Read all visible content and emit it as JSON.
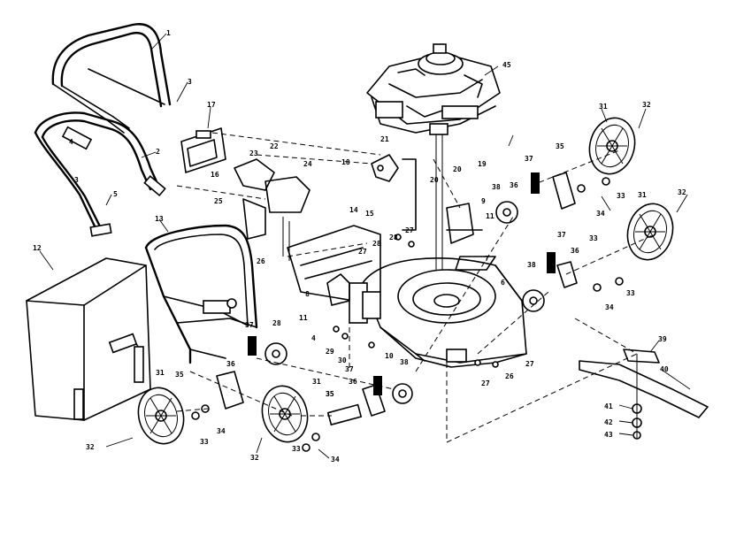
{
  "diagram": {
    "callouts": [
      {
        "id": "c1",
        "text": "1"
      },
      {
        "id": "c3",
        "text": "3"
      },
      {
        "id": "c2",
        "text": "2"
      },
      {
        "id": "c3b",
        "text": "3"
      },
      {
        "id": "c5",
        "text": "5"
      },
      {
        "id": "c4",
        "text": "4"
      },
      {
        "id": "c12",
        "text": "12"
      },
      {
        "id": "c13",
        "text": "13"
      },
      {
        "id": "c17",
        "text": "17"
      },
      {
        "id": "c22",
        "text": "22"
      },
      {
        "id": "c23",
        "text": "23"
      },
      {
        "id": "c24",
        "text": "24"
      },
      {
        "id": "c16",
        "text": "16"
      },
      {
        "id": "c25",
        "text": "25"
      },
      {
        "id": "c26",
        "text": "26"
      },
      {
        "id": "c14",
        "text": "14"
      },
      {
        "id": "c15",
        "text": "15"
      },
      {
        "id": "c21",
        "text": "21"
      },
      {
        "id": "c18",
        "text": "18"
      },
      {
        "id": "c45",
        "text": "45"
      },
      {
        "id": "c20",
        "text": "20"
      },
      {
        "id": "c19",
        "text": "19"
      },
      {
        "id": "c20b",
        "text": "20"
      },
      {
        "id": "c9",
        "text": "9"
      },
      {
        "id": "c11",
        "text": "11"
      },
      {
        "id": "c28",
        "text": "28"
      },
      {
        "id": "c27",
        "text": "27"
      },
      {
        "id": "c28b",
        "text": "28"
      },
      {
        "id": "c27b",
        "text": "27"
      },
      {
        "id": "c7",
        "text": "7"
      },
      {
        "id": "c6",
        "text": "6"
      },
      {
        "id": "c8",
        "text": "8"
      },
      {
        "id": "c11b",
        "text": "11"
      },
      {
        "id": "c4b",
        "text": "4"
      },
      {
        "id": "c29",
        "text": "29"
      },
      {
        "id": "c30",
        "text": "30"
      },
      {
        "id": "c10",
        "text": "10"
      },
      {
        "id": "c37",
        "text": "37"
      },
      {
        "id": "c36",
        "text": "36"
      },
      {
        "id": "c38",
        "text": "38"
      },
      {
        "id": "c35",
        "text": "35"
      },
      {
        "id": "c31",
        "text": "31"
      },
      {
        "id": "c32",
        "text": "32"
      },
      {
        "id": "c33",
        "text": "33"
      },
      {
        "id": "c34",
        "text": "34"
      },
      {
        "id": "c37b",
        "text": "37"
      },
      {
        "id": "c36b",
        "text": "36"
      },
      {
        "id": "c38b",
        "text": "38"
      },
      {
        "id": "c33b",
        "text": "33"
      },
      {
        "id": "c31b",
        "text": "31"
      },
      {
        "id": "c32b",
        "text": "32"
      },
      {
        "id": "c34b",
        "text": "34"
      },
      {
        "id": "c33c",
        "text": "33"
      },
      {
        "id": "c37c",
        "text": "37"
      },
      {
        "id": "c28c",
        "text": "28"
      },
      {
        "id": "c36c",
        "text": "36"
      },
      {
        "id": "c35b",
        "text": "35"
      },
      {
        "id": "c31c",
        "text": "31"
      },
      {
        "id": "c35c",
        "text": "35"
      },
      {
        "id": "c32c",
        "text": "32"
      },
      {
        "id": "c33d",
        "text": "33"
      },
      {
        "id": "c34c",
        "text": "34"
      },
      {
        "id": "c34d",
        "text": "34"
      },
      {
        "id": "c33e",
        "text": "33"
      },
      {
        "id": "c32d",
        "text": "32"
      },
      {
        "id": "c31d",
        "text": "31"
      },
      {
        "id": "c35d",
        "text": "35"
      },
      {
        "id": "c36d",
        "text": "36"
      },
      {
        "id": "c37d",
        "text": "37"
      },
      {
        "id": "c38c",
        "text": "38"
      },
      {
        "id": "c27c",
        "text": "27"
      },
      {
        "id": "c26b",
        "text": "26"
      },
      {
        "id": "c27d",
        "text": "27"
      },
      {
        "id": "c39",
        "text": "39"
      },
      {
        "id": "c40",
        "text": "40"
      },
      {
        "id": "c41",
        "text": "41"
      },
      {
        "id": "c42",
        "text": "42"
      },
      {
        "id": "c43",
        "text": "43"
      }
    ]
  }
}
